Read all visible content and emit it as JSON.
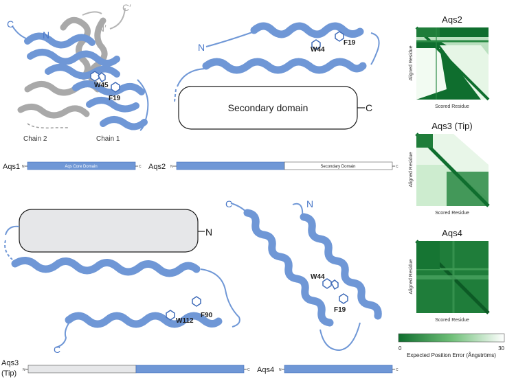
{
  "structures": {
    "aqs1": {
      "n_term": "N",
      "c_term": "C",
      "n_prime": "N′",
      "c_prime": "C′",
      "residue_a": "W45",
      "residue_b": "F19",
      "chain1": "Chain 1",
      "chain2": "Chain 2"
    },
    "aqs2": {
      "n_term": "N",
      "secondary_c": "C",
      "secondary_domain": "Secondary domain",
      "residue_a": "W44",
      "residue_b": "F19"
    },
    "aqs3": {
      "secondary_n": "N",
      "c_term": "C",
      "residue_a": "W112",
      "residue_b": "F90"
    },
    "aqs4": {
      "n_term": "N",
      "c_term": "C",
      "residue_a": "W44",
      "residue_b": "F19"
    }
  },
  "domain_bars": {
    "aqs1": {
      "label": "Aqs1",
      "n": "N",
      "c": "C",
      "core_label": "Aqs Core Domain"
    },
    "aqs2": {
      "label": "Aqs2",
      "n": "N",
      "c": "C",
      "secondary_label": "Secondary Domain"
    },
    "aqs3": {
      "label_line1": "Aqs3",
      "label_line2": "(Tip)",
      "n": "N",
      "c": "C"
    },
    "aqs4": {
      "label": "Aqs4",
      "n": "N",
      "c": "C"
    }
  },
  "heatmaps": [
    {
      "title": "Aqs2",
      "xlabel": "Scored Residue",
      "ylabel": "Aligned Residue"
    },
    {
      "title": "Aqs3 (Tip)",
      "xlabel": "Scored Residue",
      "ylabel": "Aligned Residue"
    },
    {
      "title": "Aqs4",
      "xlabel": "Scored Residue",
      "ylabel": "Aligned Residue"
    }
  ],
  "colorbar": {
    "min_label": "0",
    "max_label": "30",
    "label": "Expected Position Error (Ångströms)",
    "color_low": "#0f6e2e",
    "color_high": "#ffffff"
  },
  "colors": {
    "core": "#6f97d6",
    "core_dark": "#3f6bb8",
    "grey_chain": "#a9a9a9",
    "secondary_fill": "#e6e7e9"
  }
}
